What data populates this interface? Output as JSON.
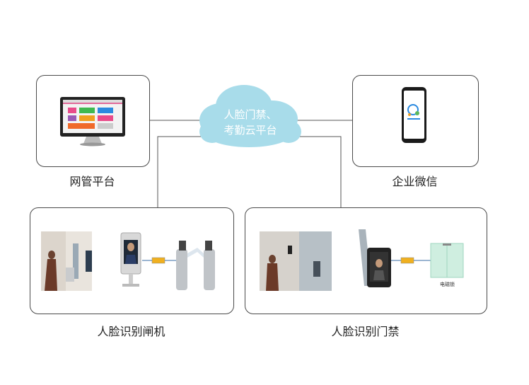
{
  "cloud": {
    "line1": "人脸门禁、",
    "line2": "考勤云平台"
  },
  "nodes": {
    "admin": {
      "label": "网管平台"
    },
    "wechat": {
      "label": "企业微信"
    },
    "gate": {
      "label": "人脸识别闸机"
    },
    "door": {
      "label": "人脸识别门禁",
      "lock_label": "电磁锁"
    }
  }
}
